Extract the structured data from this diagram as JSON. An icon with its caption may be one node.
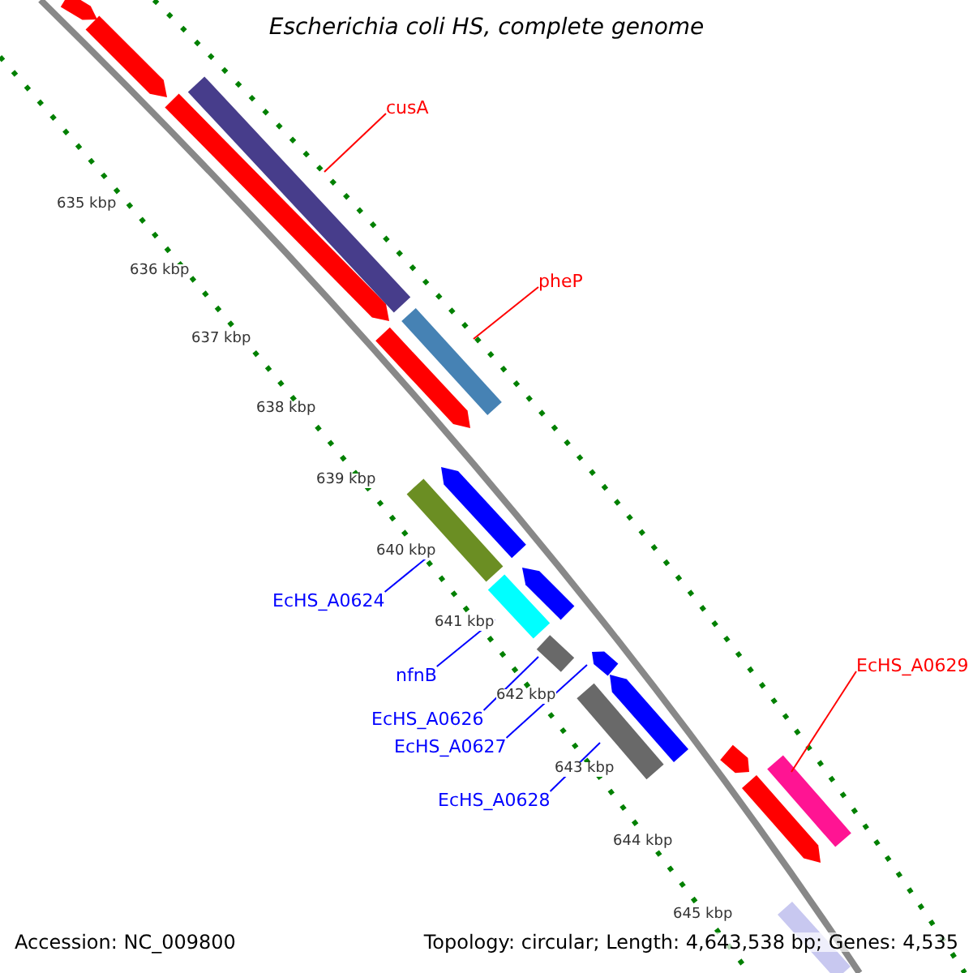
{
  "diagram": {
    "title": "Escherichia coli HS, complete genome",
    "nodes": [
      {
        "text": [
          "cusA"
        ]
      },
      {
        "text": [],
        "shape": "bar"
      },
      {
        "text": [
          "pheP"
        ]
      },
      {
        "text": [],
        "shape": "bar"
      },
      {
        "text": [
          "EcHS_A0624"
        ]
      },
      {
        "text": [],
        "shape": "bar"
      },
      {
        "text": [
          "nfnB"
        ]
      },
      {
        "text": [],
        "shape": "bar"
      },
      {
        "text": [
          "EcHS_A0626"
        ]
      },
      {
        "text": [],
        "shape": "bar"
      },
      {
        "text": [
          "EcHS_A0627"
        ]
      },
      {
        "text": [],
        "shape": "bar"
      },
      {
        "text": [
          "EcHS_A0628"
        ]
      },
      {
        "text": [],
        "shape": "bar"
      },
      {
        "text": [
          "EcHS_A0629"
        ]
      },
      {
        "text": [],
        "shape": "bar"
      }
    ],
    "edges": [
      {
        "from": 0,
        "to": 1,
        "arrow": "none",
        "color": "#ff0000"
      },
      {
        "from": 2,
        "to": 3,
        "arrow": "none",
        "color": "#ff0000"
      },
      {
        "from": 4,
        "to": 5,
        "arrow": "none"
      },
      {
        "from": 6,
        "to": 7,
        "arrow": "none"
      },
      {
        "from": 8,
        "to": 9,
        "arrow": "none"
      },
      {
        "from": 10,
        "to": 11,
        "arrow": "none"
      },
      {
        "from": 12,
        "to": 13,
        "arrow": "none"
      },
      {
        "from": 14,
        "to": 15,
        "arrow": "none",
        "color": "#ff0000"
      }
    ],
    "labels": [
      "635 kbp",
      "636 kbp",
      "637 kbp",
      "638 kbp",
      "639 kbp",
      "640 kbp",
      "641 kbp",
      "642 kbp",
      "643 kbp",
      "644 kbp",
      "645 kbp",
      "Accession: NC_009800",
      "Topology: circular; Length: 4,643,538 bp; Genes: 4,535"
    ]
  }
}
